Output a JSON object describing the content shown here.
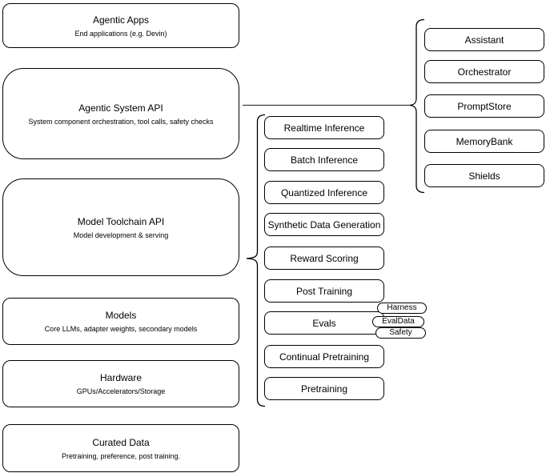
{
  "diagram": {
    "left_column": [
      {
        "title": "Agentic Apps",
        "subtitle": "End applications (e.g. Devin)"
      },
      {
        "title": "Agentic System API",
        "subtitle": "System component orchestration, tool calls, safety checks"
      },
      {
        "title": "Model Toolchain API",
        "subtitle": "Model development & serving"
      },
      {
        "title": "Models",
        "subtitle": "Core LLMs, adapter weights, secondary models"
      },
      {
        "title": "Hardware",
        "subtitle": "GPUs/Accelerators/Storage"
      },
      {
        "title": "Curated Data",
        "subtitle": "Pretraining, preference, post training."
      }
    ],
    "toolchain_items": [
      "Realtime Inference",
      "Batch Inference",
      "Quantized Inference",
      "Synthetic Data Generation",
      "Reward Scoring",
      "Post Training",
      "Evals",
      "Continual Pretraining",
      "Pretraining"
    ],
    "eval_tags": [
      "Harness",
      "EvalData",
      "Safety"
    ],
    "system_components": [
      "Assistant",
      "Orchestrator",
      "PromptStore",
      "MemoryBank",
      "Shields"
    ],
    "colors": {
      "stroke": "#000000",
      "background": "#ffffff",
      "connector": "#3d3d3d"
    }
  }
}
